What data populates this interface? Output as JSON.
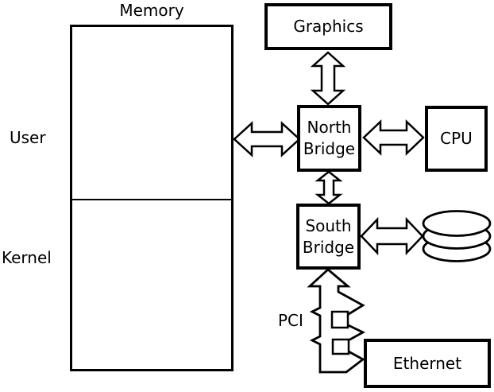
{
  "diagram": {
    "memory": {
      "label": "Memory",
      "user_region": "User",
      "kernel_region": "Kernel"
    },
    "graphics": {
      "label": "Graphics"
    },
    "north_bridge": {
      "line1": "North",
      "line2": "Bridge"
    },
    "cpu": {
      "label": "CPU"
    },
    "south_bridge": {
      "line1": "South",
      "line2": "Bridge"
    },
    "ethernet": {
      "label": "Ethernet"
    },
    "pci": {
      "label": "PCI"
    },
    "icons": {
      "disk": "disk-stack-icon",
      "pci_slots": 2
    },
    "colors": {
      "line": "#000000",
      "background": "#ffffff"
    },
    "connections": [
      {
        "from": "Memory",
        "to": "North Bridge",
        "style": "double-arrow"
      },
      {
        "from": "Graphics",
        "to": "North Bridge",
        "style": "double-arrow"
      },
      {
        "from": "North Bridge",
        "to": "CPU",
        "style": "double-arrow"
      },
      {
        "from": "North Bridge",
        "to": "South Bridge",
        "style": "double-arrow"
      },
      {
        "from": "South Bridge",
        "to": "Disk",
        "style": "double-arrow"
      },
      {
        "from": "South Bridge",
        "to": "Ethernet",
        "style": "pci-bus-arrow"
      }
    ]
  }
}
